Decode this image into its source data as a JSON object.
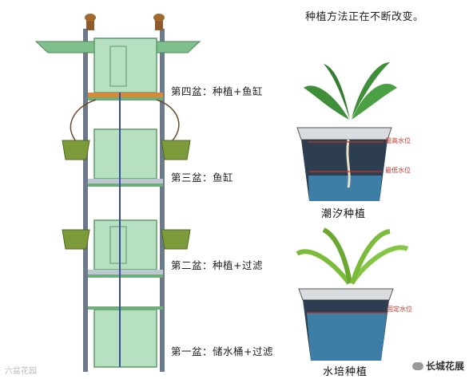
{
  "heading": "种植方法正在不断改变。",
  "tiers": [
    {
      "label": "第四盆：种植+鱼缸"
    },
    {
      "label": "第三盆：鱼缸"
    },
    {
      "label": "第二盆：种植+过滤"
    },
    {
      "label": "第一盆：储水桶+过滤"
    }
  ],
  "pots": {
    "tidal": {
      "caption": "潮汐种植",
      "high_level": "最高水位",
      "low_level": "最低水位"
    },
    "hydroponic": {
      "caption": "水培种植",
      "fixed_level": "固定水位"
    }
  },
  "watermarks": {
    "left": "六盆花园",
    "right": "长城花展"
  },
  "colors": {
    "tower_green": "#a8d8b4",
    "plate_green": "#6fae7a",
    "pot_dark": "#2c3e50",
    "water_blue": "#3d7ea6",
    "level_red": "#c0392b"
  }
}
